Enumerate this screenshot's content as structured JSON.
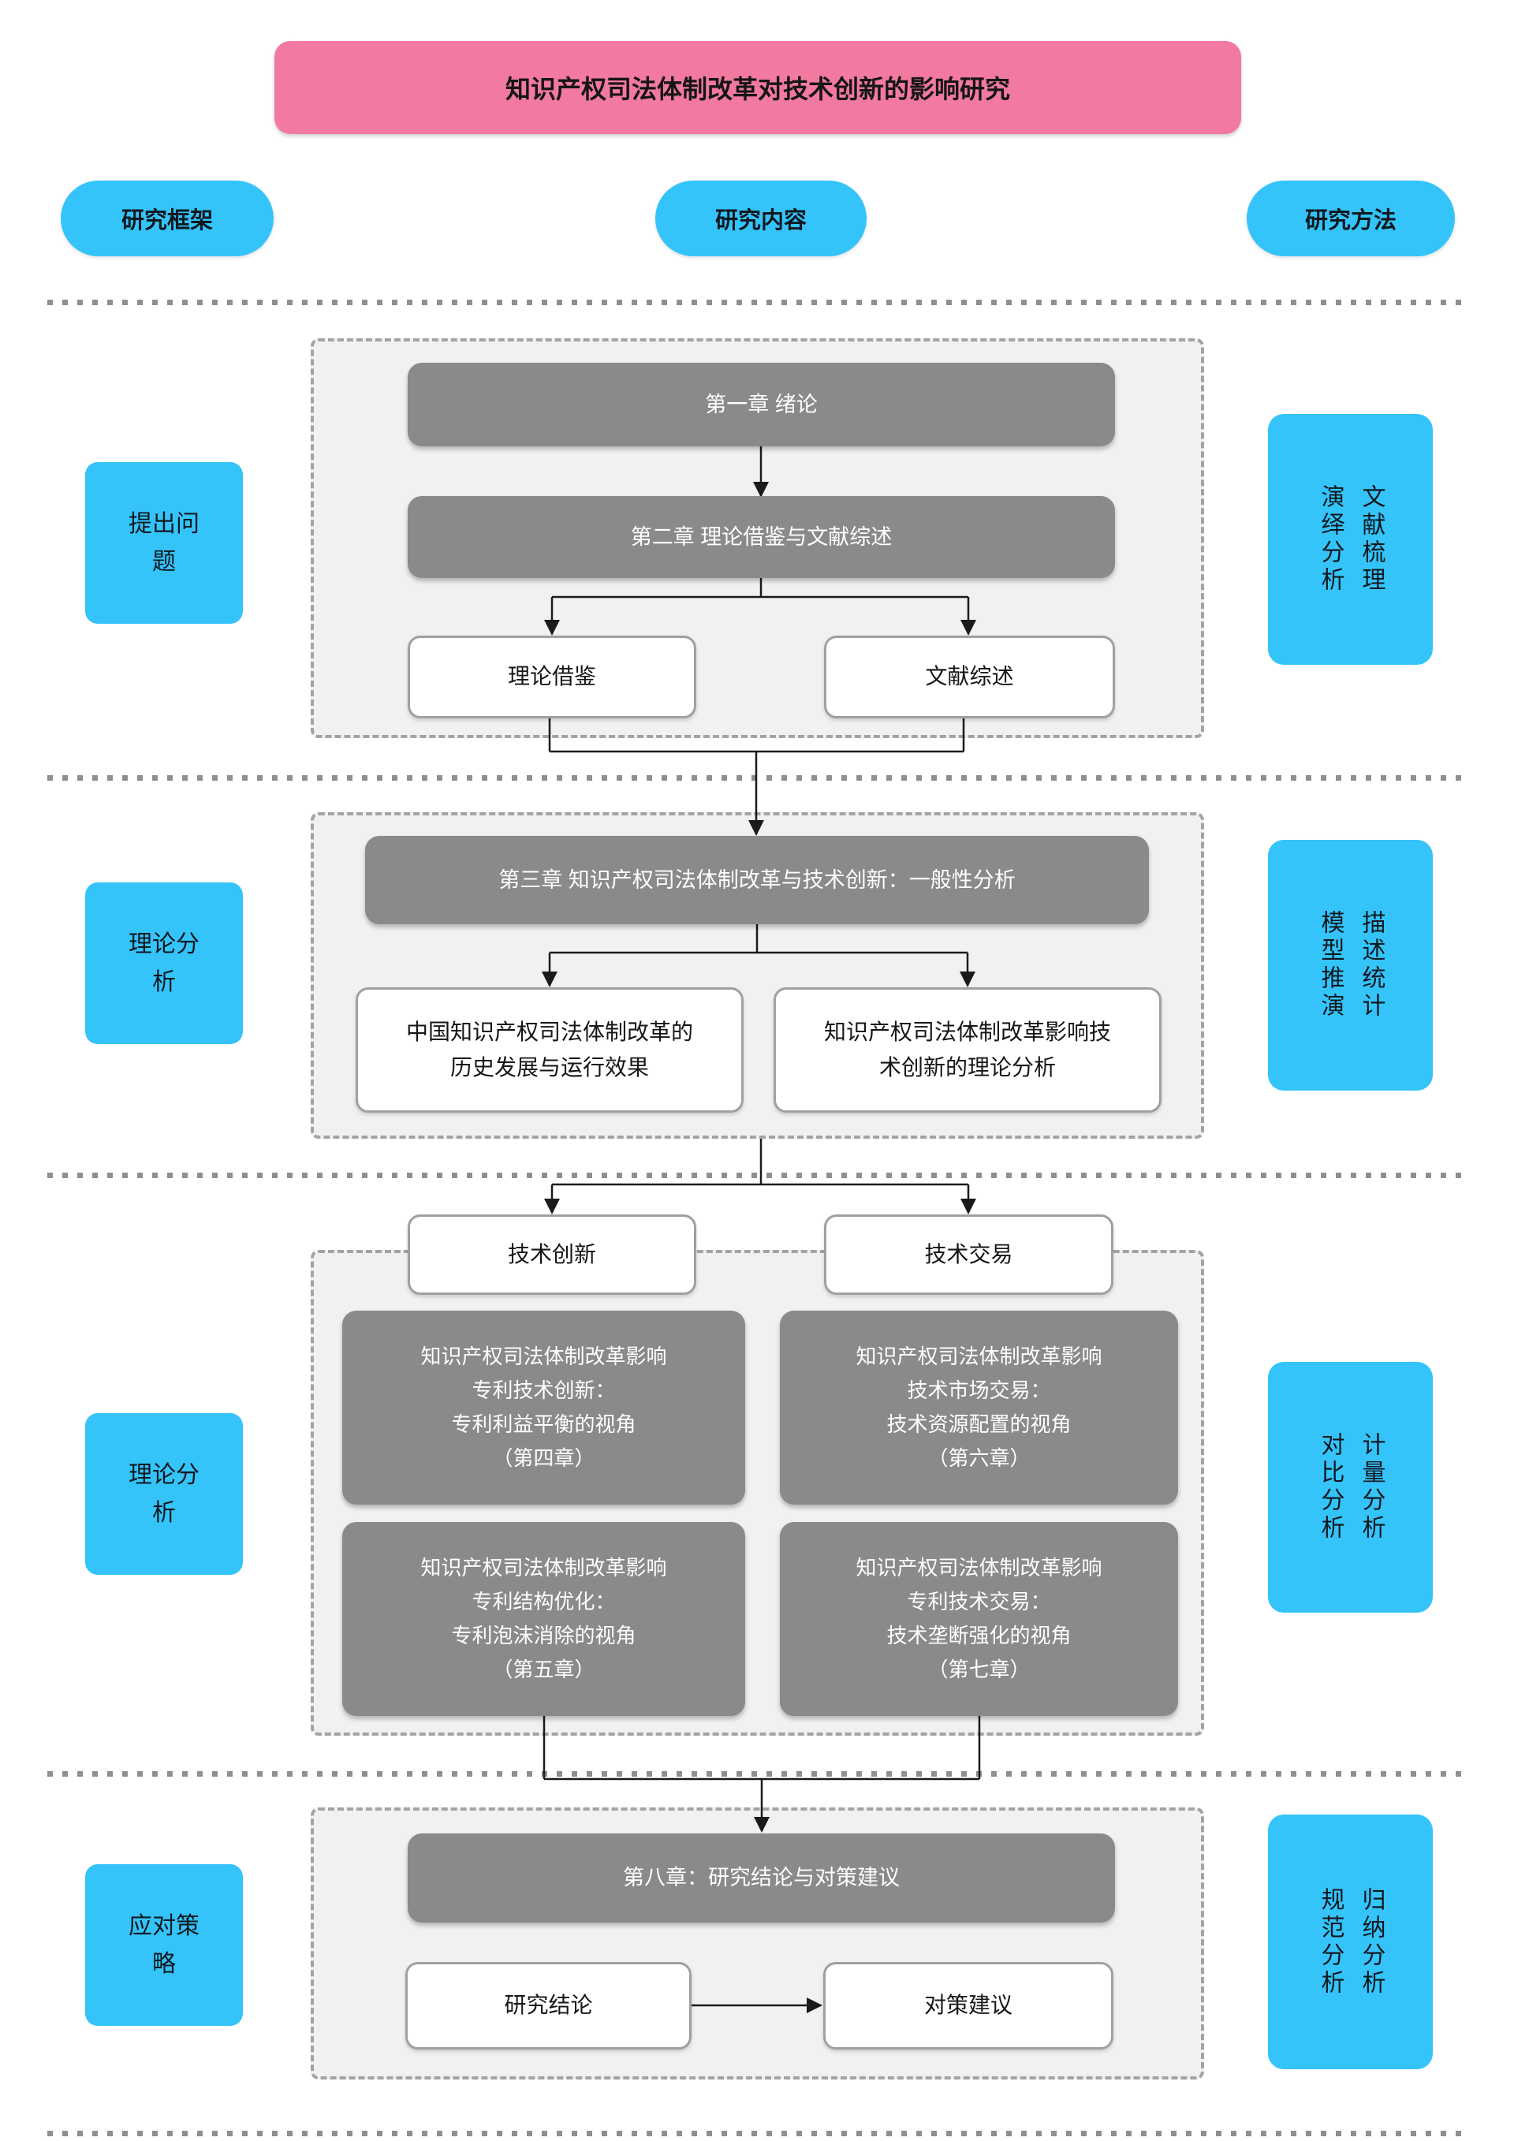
{
  "title": "知识产权司法体制改革对技术创新的影响研究",
  "legend": {
    "framework": "研究框架",
    "content": "研究内容",
    "method": "研究方法"
  },
  "colors": {
    "title_pink": "#F2799F",
    "accent_cyan": "#34C4FA",
    "chapter_gray": "#8A8A8A",
    "container_fill": "#F1F1F1",
    "connector_black": "#1b1b1b"
  },
  "sections": [
    {
      "frame_label": "提出问题",
      "methods": [
        "文献梳理",
        "演绎分析"
      ],
      "chapter1": "第一章 绪论",
      "chapter2": "第二章 理论借鉴与文献综述",
      "sub_left": "理论借鉴",
      "sub_right": "文献综述"
    },
    {
      "frame_label": "理论分析",
      "methods": [
        "描述统计",
        "模型推演"
      ],
      "chapter3": "第三章 知识产权司法体制改革与技术创新：一般性分析",
      "sub_left_lines": [
        "中国知识产权司法体制改革的",
        "历史发展与运行效果"
      ],
      "sub_right_lines": [
        "知识产权司法体制改革影响技",
        "术创新的理论分析"
      ]
    },
    {
      "frame_label": "理论分析",
      "methods": [
        "计量分析",
        "对比分析"
      ],
      "top_left": "技术创新",
      "top_right": "技术交易",
      "chapter4_lines": [
        "知识产权司法体制改革影响",
        "专利技术创新：",
        "专利利益平衡的视角",
        "（第四章）"
      ],
      "chapter6_lines": [
        "知识产权司法体制改革影响",
        "技术市场交易：",
        "技术资源配置的视角",
        "（第六章）"
      ],
      "chapter5_lines": [
        "知识产权司法体制改革影响",
        "专利结构优化：",
        "专利泡沫消除的视角",
        "（第五章）"
      ],
      "chapter7_lines": [
        "知识产权司法体制改革影响",
        "专利技术交易：",
        "技术垄断强化的视角",
        "（第七章）"
      ]
    },
    {
      "frame_label": "应对策略",
      "methods": [
        "归纳分析",
        "规范分析"
      ],
      "chapter8": "第八章：研究结论与对策建议",
      "sub_left": "研究结论",
      "sub_right": "对策建议"
    }
  ]
}
